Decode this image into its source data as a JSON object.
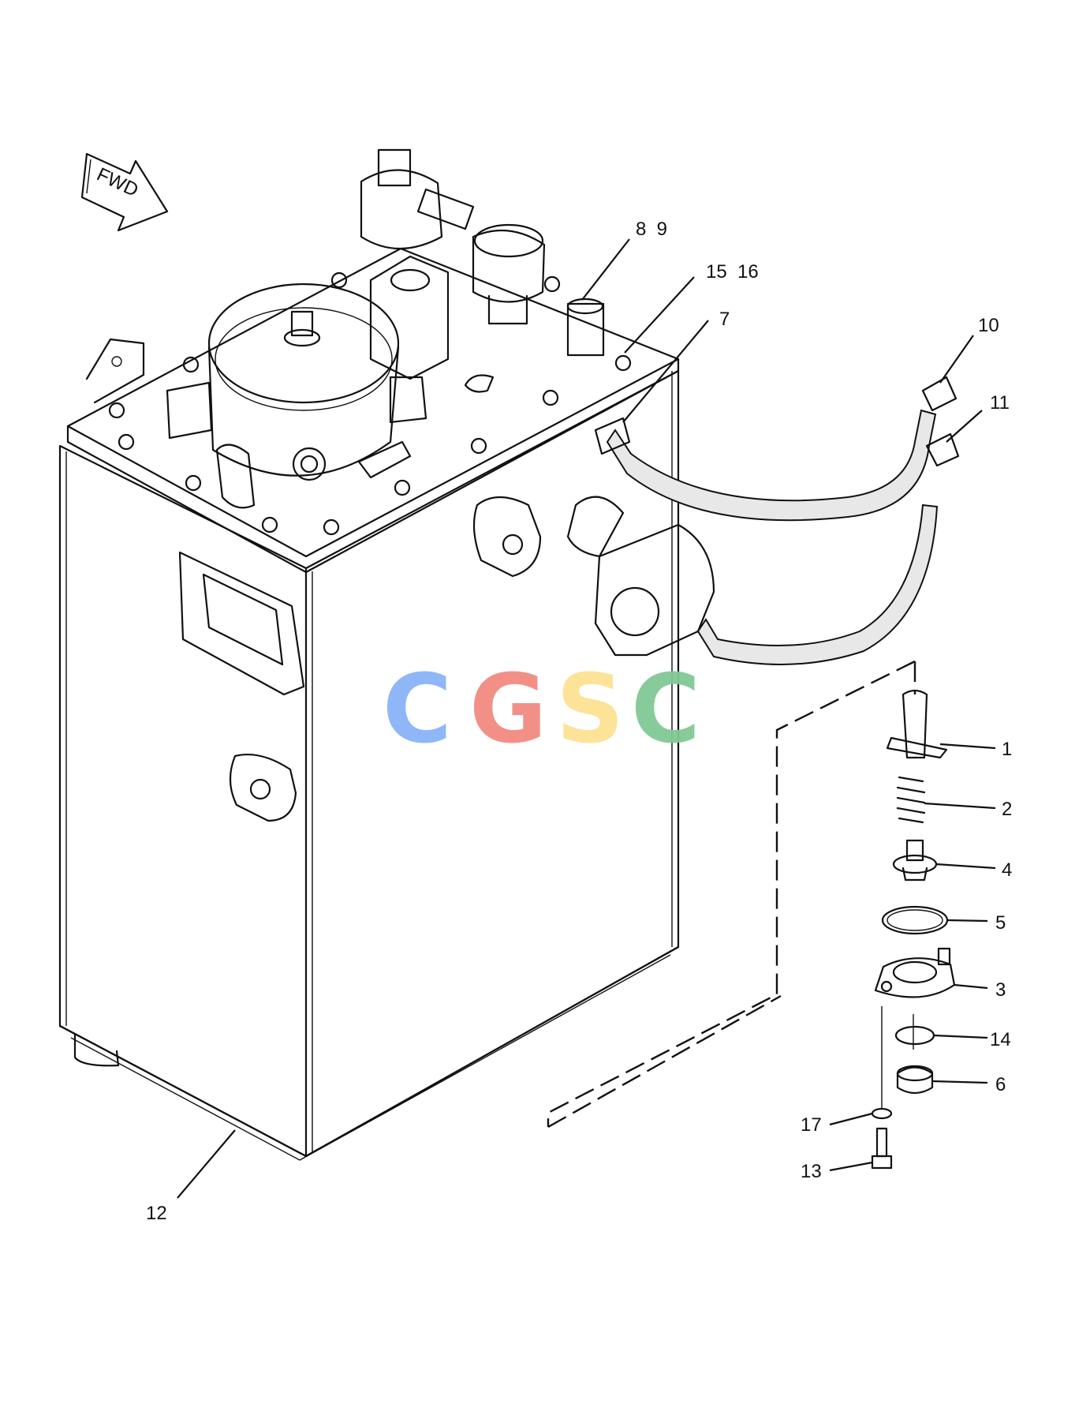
{
  "fwd_label": "FWD",
  "watermark": {
    "text": "CGSC",
    "letters": [
      "C",
      "G",
      "S",
      "C"
    ],
    "colors": [
      "#8ab4f8",
      "#f28b82",
      "#fde293",
      "#81c995"
    ]
  },
  "callouts": {
    "c1": "1",
    "c2": "2",
    "c3": "3",
    "c4": "4",
    "c5": "5",
    "c6": "6",
    "c7": "7",
    "c8_9": "8  9",
    "c10": "10",
    "c11": "11",
    "c12": "12",
    "c13": "13",
    "c14": "14",
    "c15_16": "15  16",
    "c17": "17"
  },
  "colors": {
    "line": "#111111",
    "background": "#ffffff",
    "hose_fill": "#e8e8e8"
  }
}
